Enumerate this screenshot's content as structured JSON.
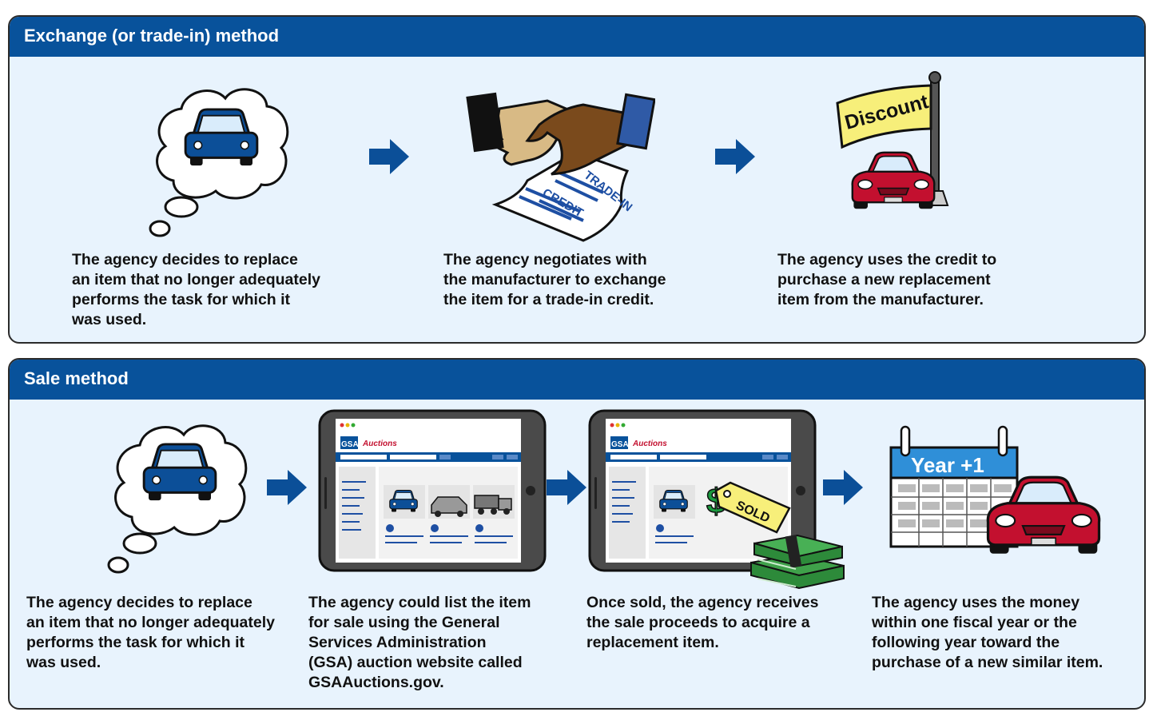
{
  "exchange": {
    "title": "Exchange (or trade-in) method",
    "steps": [
      {
        "text": "The agency decides to replace\nan item that no longer adequately\nperforms the task for which it\nwas used."
      },
      {
        "text": "The agency negotiates with\nthe manufacturer to exchange\nthe item for a trade-in credit."
      },
      {
        "text": "The agency uses the credit to\npurchase a new replacement\nitem from the manufacturer."
      }
    ],
    "flag_text": "Discount",
    "paper_text_1": "TRADE-IN",
    "paper_text_2": "CREDIT"
  },
  "sale": {
    "title": "Sale method",
    "steps": [
      {
        "text": "The agency decides to replace\nan item that no longer adequately\nperforms the task for which it\nwas used."
      },
      {
        "text": "The agency could list the item\nfor sale using the General\nServices Administration\n(GSA) auction website called\nGSAAuctions.gov."
      },
      {
        "text": "Once sold, the agency receives\nthe sale proceeds to acquire a\nreplacement item."
      },
      {
        "text": "The agency uses the money\nwithin one fiscal year or the\nfollowing year toward the\npurchase of a new similar item."
      }
    ],
    "gsa_logo": "GSA",
    "site_name": "Auctions",
    "sold_tag": "SOLD",
    "calendar_label": "Year +1"
  },
  "colors": {
    "header_blue": "#08529b",
    "panel_bg": "#e8f3fd",
    "arrow_blue": "#0b4f98",
    "car_blue": "#0c4f98",
    "car_red": "#c3102f"
  }
}
